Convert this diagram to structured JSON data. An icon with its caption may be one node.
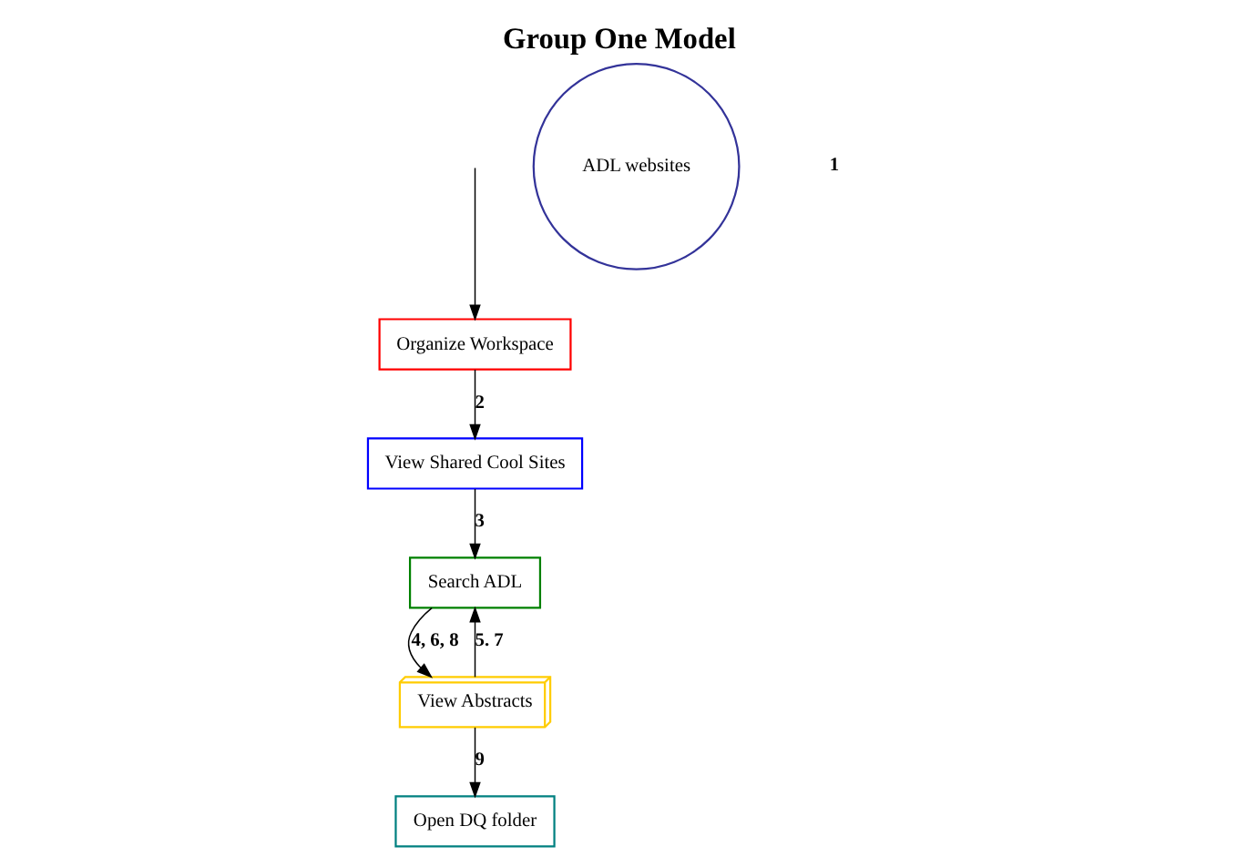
{
  "diagram": {
    "title": "Group One Model",
    "nodes": [
      {
        "text": [
          "Organize Workspace"
        ]
      },
      {
        "text": [
          "Open DQ folder"
        ]
      },
      {
        "text": [
          "View Shared Cool Sites"
        ]
      },
      {
        "text": [
          "Search ADL"
        ]
      },
      {
        "text": [
          "View Abstracts"
        ]
      },
      {
        "text": [
          "ADL websites"
        ]
      }
    ],
    "edges": [
      {
        "from": null,
        "to": 0,
        "arrow": "to"
      },
      {
        "from": 0,
        "to": 2,
        "arrow": "to",
        "label": "2"
      },
      {
        "from": 2,
        "to": 3,
        "arrow": "to",
        "label": "3"
      },
      {
        "from": 3,
        "to": 4,
        "arrow": "to",
        "label": "4, 6, 8"
      },
      {
        "from": 4,
        "to": 3,
        "arrow": "to",
        "label": "5. 7"
      },
      {
        "from": 4,
        "to": 1,
        "arrow": "to",
        "label": "9"
      }
    ],
    "labels": [
      "1"
    ]
  }
}
